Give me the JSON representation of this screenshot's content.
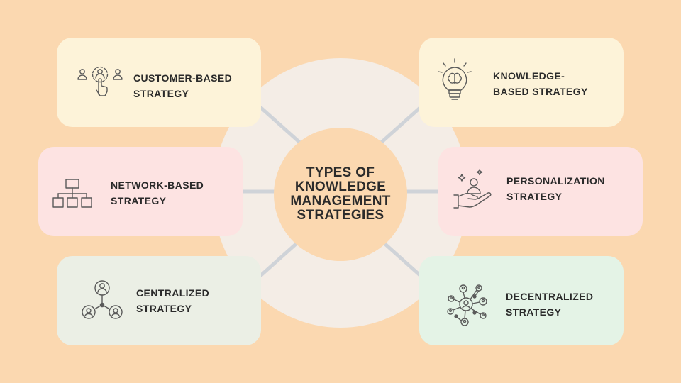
{
  "center": {
    "title": "TYPES OF\nKNOWLEDGE\nMANAGEMENT\nSTRATEGIES"
  },
  "strategies": [
    {
      "label": "CUSTOMER-BASED\nSTRATEGY",
      "icon": "customer-select-icon",
      "color": "#fdf3d9"
    },
    {
      "label": "KNOWLEDGE-\nBASED STRATEGY",
      "icon": "lightbulb-brain-icon",
      "color": "#fdf3d9"
    },
    {
      "label": "NETWORK-BASED\nSTRATEGY",
      "icon": "hierarchy-network-icon",
      "color": "#fde3e2"
    },
    {
      "label": "PERSONALIZATION\nSTRATEGY",
      "icon": "hand-person-icon",
      "color": "#fde3e2"
    },
    {
      "label": "CENTRALIZED\nSTRATEGY",
      "icon": "centralized-network-icon",
      "color": "#ebefe5"
    },
    {
      "label": "DECENTRALIZED\nSTRATEGY",
      "icon": "decentralized-network-icon",
      "color": "#e4f3e6"
    }
  ],
  "colors": {
    "background": "#fbd8b0",
    "ring": "#f4ede6",
    "spoke": "#cfd3d8",
    "text": "#2a2a2a"
  }
}
